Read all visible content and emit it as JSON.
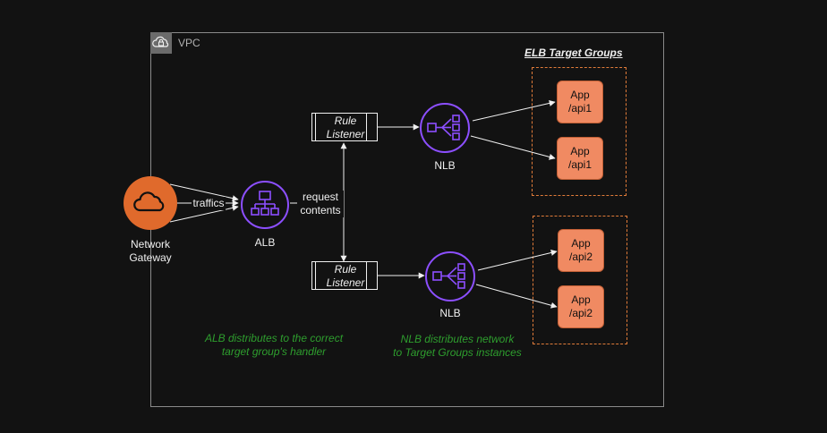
{
  "vpc": {
    "label": "VPC",
    "icon": "cloud-lock-icon"
  },
  "elb_title": "ELB Target Groups",
  "gateway": {
    "line1": "Network",
    "line2": "Gateway",
    "icon": "cloud-icon",
    "color": "#e06a2c"
  },
  "alb": {
    "label": "ALB",
    "icon": "load-balancer-icon",
    "color": "#8c4fff"
  },
  "nlb_top": {
    "label": "NLB",
    "icon": "network-load-balancer-icon"
  },
  "nlb_bottom": {
    "label": "NLB",
    "icon": "network-load-balancer-icon"
  },
  "edge_traffics": "traffics",
  "edge_request": {
    "line1": "request",
    "line2": "contents"
  },
  "rule_top": {
    "line1": "Rule",
    "line2": "Listener"
  },
  "rule_bottom": {
    "line1": "Rule",
    "line2": "Listener"
  },
  "apps": [
    {
      "line1": "App",
      "line2": "/api1"
    },
    {
      "line1": "App",
      "line2": "/api1"
    },
    {
      "line1": "App",
      "line2": "/api2"
    },
    {
      "line1": "App",
      "line2": "/api2"
    }
  ],
  "notes": {
    "alb": {
      "line1": "ALB distributes to the correct",
      "line2": "target group's handler"
    },
    "nlb": {
      "line1": "NLB distributes network",
      "line2": "to Target Groups instances"
    }
  },
  "colors": {
    "accent_orange": "#e07b39",
    "app_fill": "#f08a62",
    "lb_purple": "#8c4fff",
    "note_green": "#2e9e2e"
  }
}
